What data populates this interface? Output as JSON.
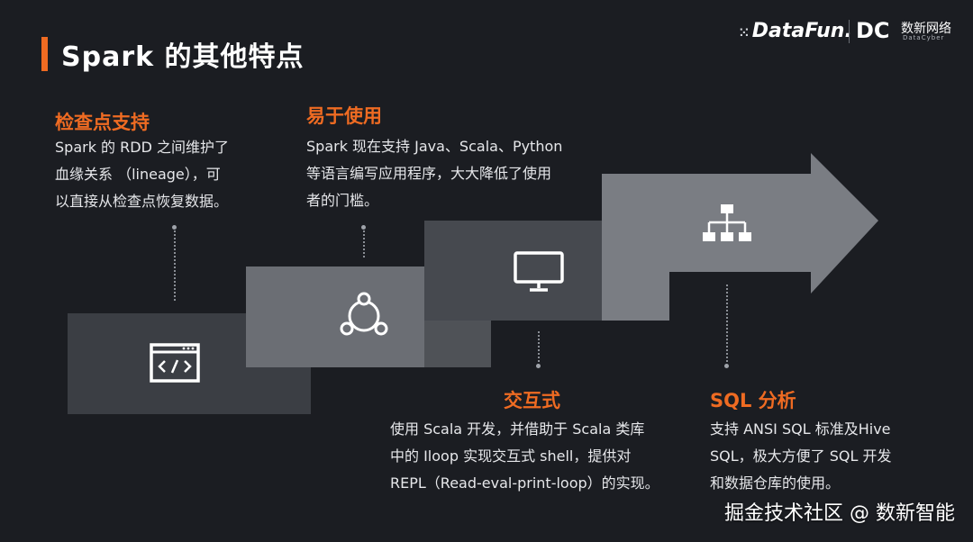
{
  "slide": {
    "title": "Spark 的其他特点",
    "accent_color": "#ef6b22"
  },
  "logos": {
    "datafun": "DataFun.",
    "datacyber_mark": "DC",
    "datacyber_cn": "数新网络",
    "datacyber_en": "DataCyber"
  },
  "features": [
    {
      "heading": "检查点支持",
      "lines": [
        "Spark 的 RDD 之间维护了",
        "血缘关系 （lineage），可",
        "以直接从检查点恢复数据。"
      ],
      "icon": "code-window-icon"
    },
    {
      "heading": "易于使用",
      "lines": [
        "Spark 现在支持 Java、Scala、Python",
        "等语言编写应用程序，大大降低了使用",
        "者的门槛。"
      ],
      "icon": "share-nodes-icon"
    },
    {
      "heading": "交互式",
      "lines": [
        "使用 Scala 开发，并借助于 Scala 类库",
        "中的 Iloop 实现交互式 shell，提供对",
        "REPL（Read-eval-print-loop）的实现。"
      ],
      "icon": "monitor-icon"
    },
    {
      "heading": "SQL 分析",
      "lines": [
        "支持 ANSI SQL 标准及Hive",
        "SQL，极大方便了 SQL 开发",
        "和数据仓库的使用。"
      ],
      "icon": "hierarchy-icon"
    }
  ],
  "watermark": "掘金技术社区 @ 数新智能"
}
